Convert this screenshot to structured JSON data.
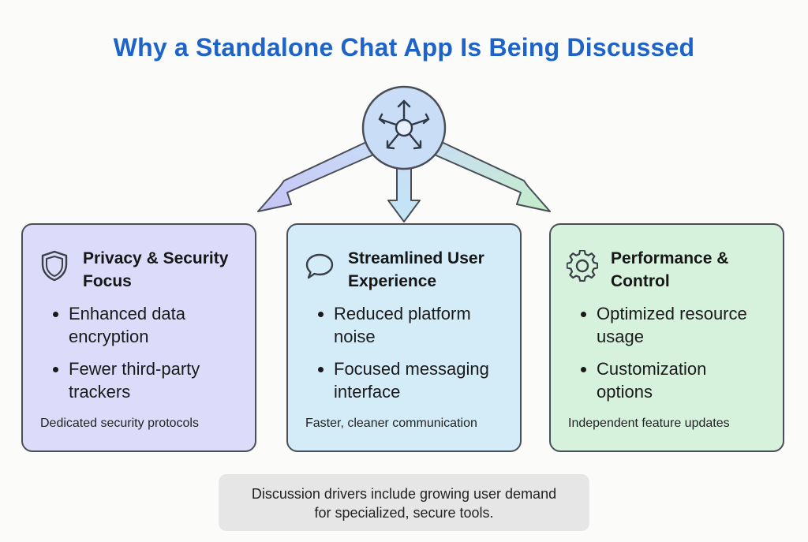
{
  "title": "Why a Standalone Chat App Is Being Discussed",
  "hub": {
    "icon": "decentralized-arrows-icon"
  },
  "cards": [
    {
      "icon": "shield-icon",
      "heading_line1": "Privacy & Security",
      "heading_line2": "Focus",
      "bullets": [
        {
          "line1": "Enhanced data",
          "line2": "encryption"
        },
        {
          "line1": "Fewer third-party",
          "line2": "trackers"
        }
      ],
      "footnote": "Dedicated security protocols",
      "background": "#dcdcfa"
    },
    {
      "icon": "chat-bubble-icon",
      "heading_line1": "Streamlined User",
      "heading_line2": "Experience",
      "bullets": [
        {
          "line1": "Reduced platform",
          "line2": "noise"
        },
        {
          "line1": "Focused messaging",
          "line2": "interface"
        }
      ],
      "footnote": "Faster, cleaner communication",
      "background": "#d3ecf8"
    },
    {
      "icon": "gear-icon",
      "heading_line1": "Performance &",
      "heading_line2": "Control",
      "bullets": [
        {
          "line1": "Optimized resource",
          "line2": "usage"
        },
        {
          "line1": "Customization",
          "line2": "options"
        }
      ],
      "footnote": "Independent feature updates",
      "background": "#d6f2dd"
    }
  ],
  "bottom_note": {
    "line1": "Discussion drivers include growing user demand",
    "line2": "for specialized, secure tools."
  },
  "colors": {
    "title": "#1e63c8",
    "hub_fill": "#c9ddf7",
    "arrow_left": "#c8c8f5",
    "arrow_center": "#c5e3f6",
    "arrow_right": "#c6eccd",
    "border": "#4a4f57"
  }
}
